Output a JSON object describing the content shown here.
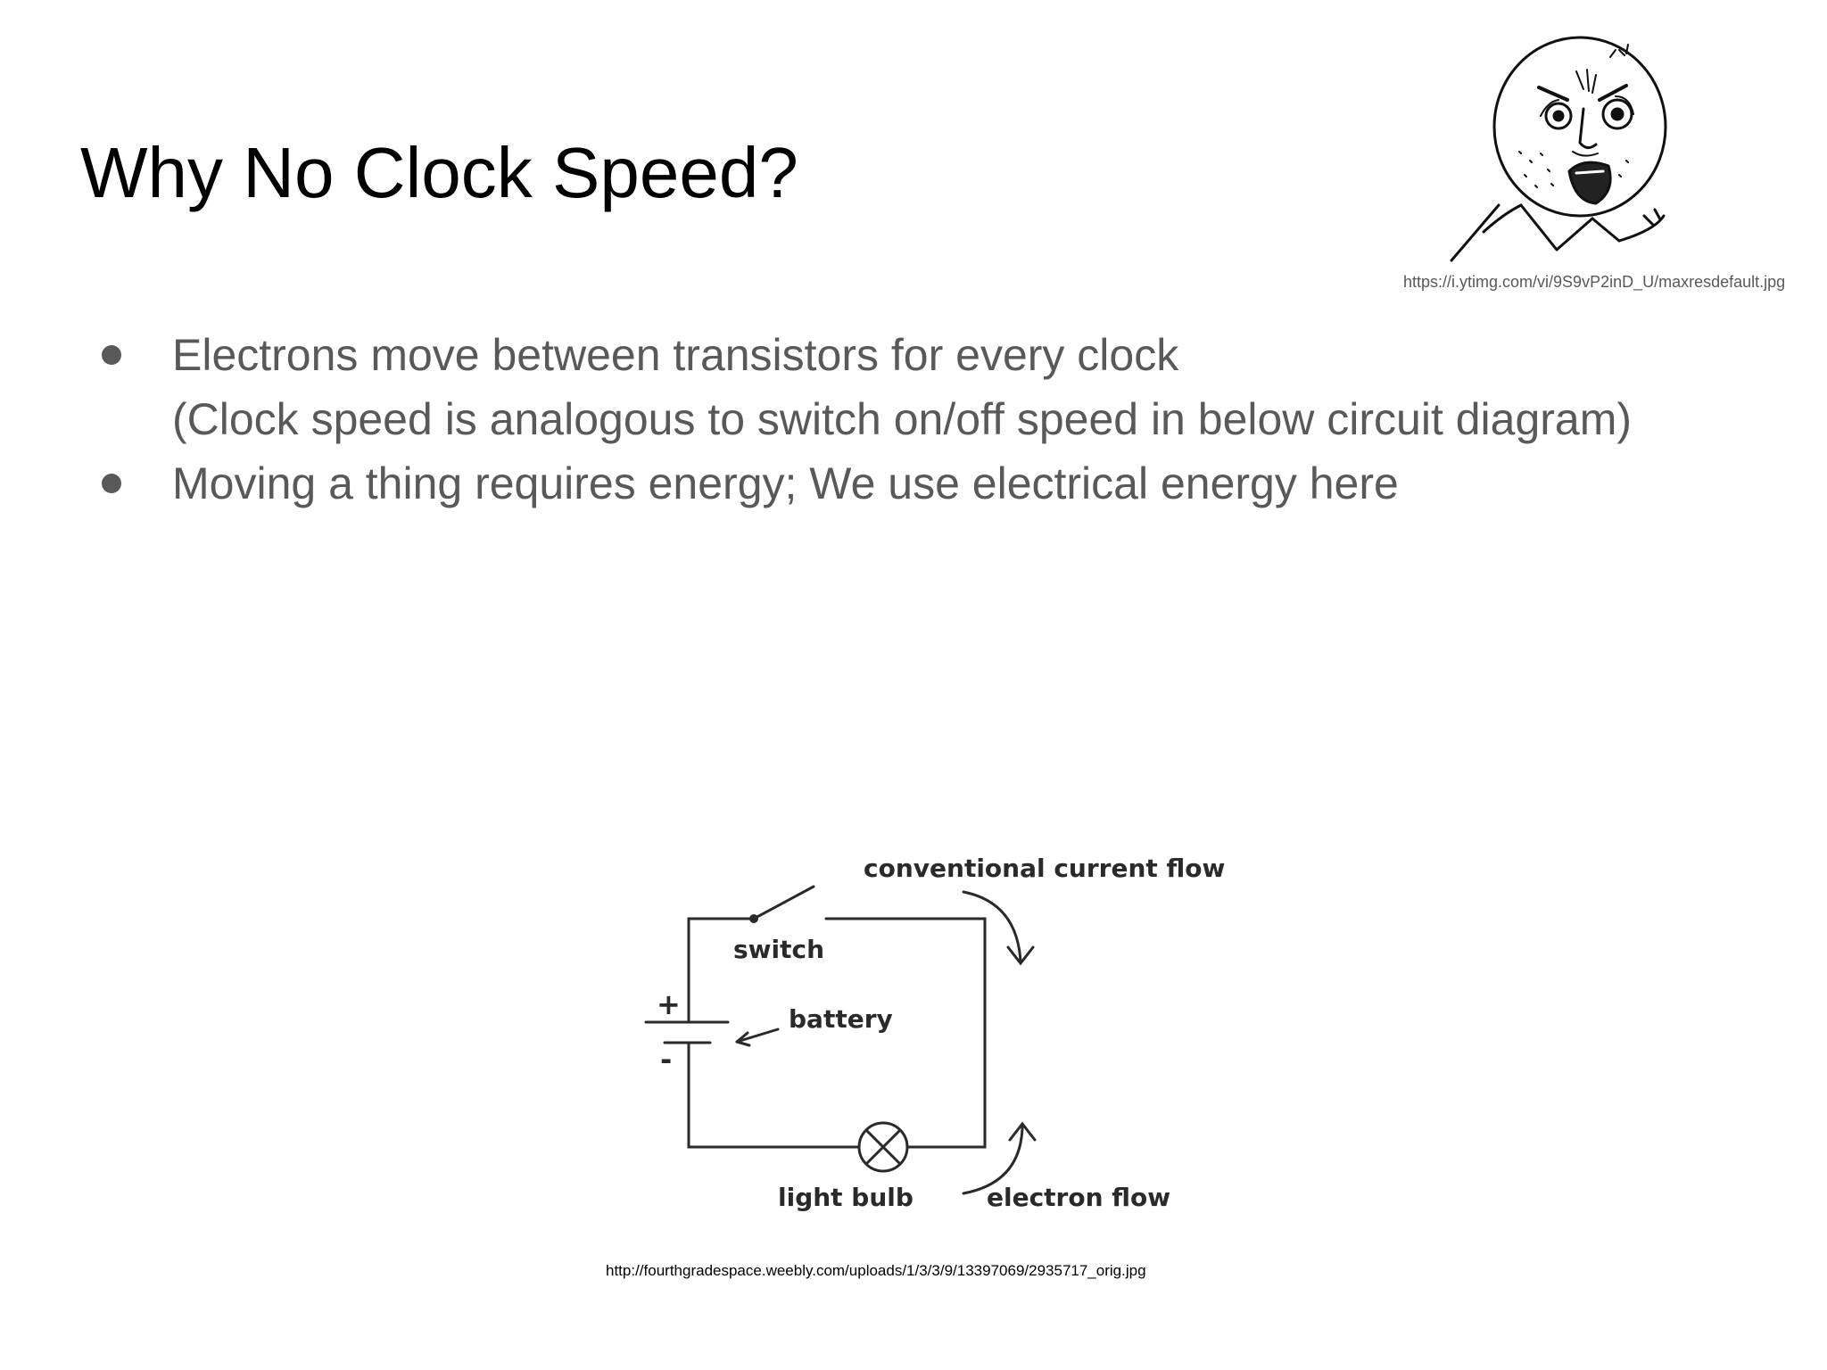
{
  "slide": {
    "title": "Why No Clock Speed?"
  },
  "meme": {
    "icon": "rage-face-icon",
    "credit": "https://i.ytimg.com/vi/9S9vP2inD_U/maxresdefault.jpg"
  },
  "bullets": [
    {
      "lines": [
        "Electrons move between transistors for every clock",
        "(Clock speed is analogous to switch on/off speed in below circuit diagram)"
      ]
    },
    {
      "lines": [
        "Moving a thing requires energy; We use electrical energy here"
      ]
    }
  ],
  "circuit": {
    "labels": {
      "conventional_flow": "conventional current flow",
      "switch": "switch",
      "battery": "battery",
      "plus": "+",
      "minus": "-",
      "light_bulb": "light bulb",
      "electron_flow": "electron flow"
    },
    "credit": "http://fourthgradespace.weebly.com/uploads/1/3/3/9/13397069/2935717_orig.jpg"
  },
  "colors": {
    "title": "#000000",
    "body_text": "#595959",
    "diagram_ink": "#2a2a2a"
  }
}
